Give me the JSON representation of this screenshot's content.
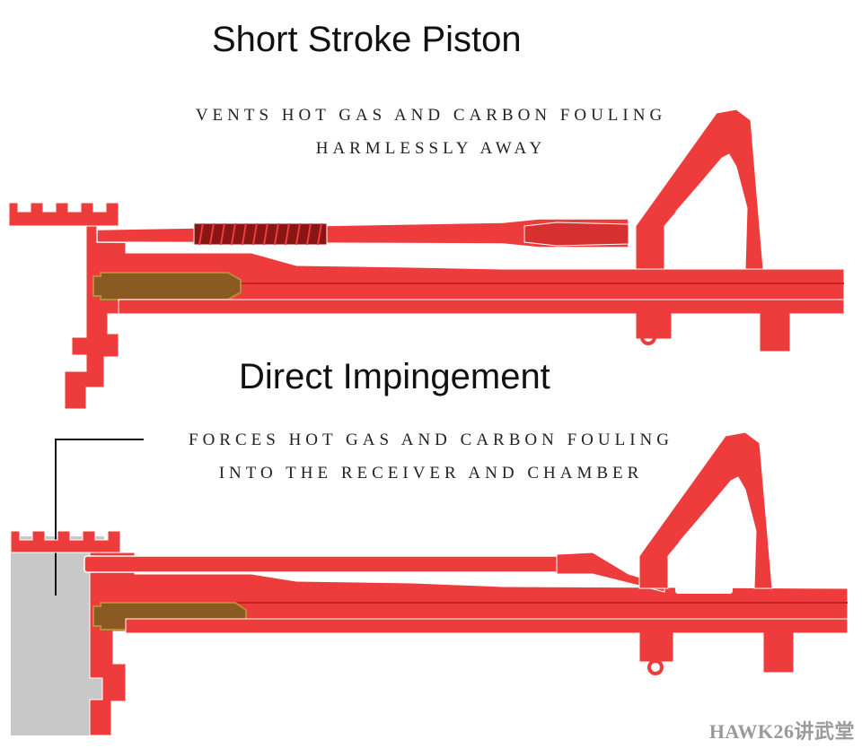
{
  "top_panel": {
    "title": "Short Stroke Piston",
    "caption_line1": "VENTS HOT GAS AND CARBON FOULING",
    "caption_line2": "HARMLESSLY AWAY"
  },
  "bottom_panel": {
    "title": "Direct Impingement",
    "caption_line1": "FORCES HOT GAS AND CARBON FOULING",
    "caption_line2": "INTO THE RECEIVER AND CHAMBER"
  },
  "watermark": "HAWK26讲武堂",
  "colors": {
    "rifle": "#ee3c3c",
    "rifle_dark": "#c22222",
    "spring": "#8a1515",
    "cartridge": "#8a5a22",
    "cartridge_light": "#b98a3a",
    "receiver_shade": "#c8c8c8",
    "outline": "#ffffff"
  }
}
